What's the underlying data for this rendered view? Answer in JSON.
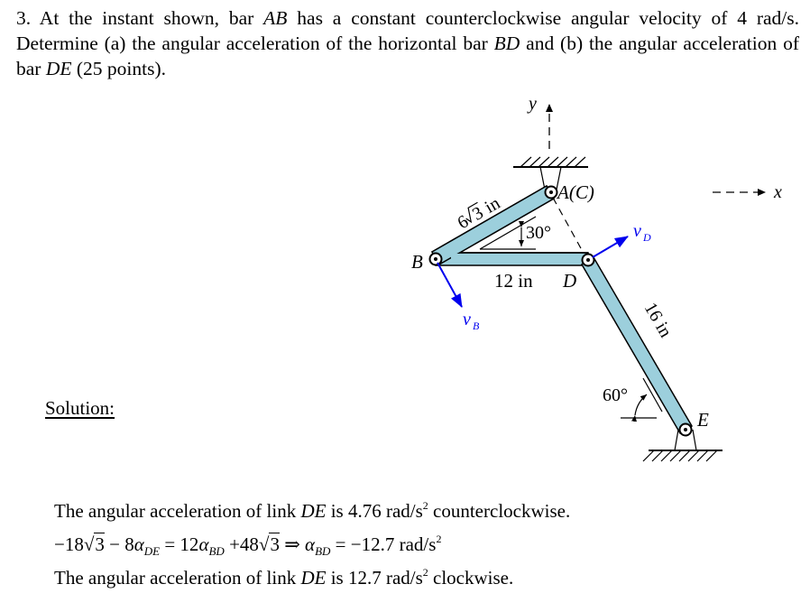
{
  "problem": {
    "number": "3.",
    "text_part1": " At the instant shown, bar ",
    "bar_ab": "AB",
    "text_part2": " has a constant counterclockwise angular velocity of 4 rad/s. Determine (a) the angular acceleration of the horizontal bar ",
    "bar_bd": "BD",
    "text_part3": " and (b) the angular acceleration of bar ",
    "bar_de": "DE",
    "text_part4": " (25 points)."
  },
  "solution": {
    "label": "Solution:"
  },
  "diagram": {
    "axis_y_label": "y",
    "axis_x_label": "x",
    "point_a_label": "A(C)",
    "point_b_label": "B",
    "point_d_label": "D",
    "point_e_label": "E",
    "ab_length_label": "6√3 in",
    "ab_length_coef": "6",
    "ab_length_rad": "3",
    "ab_length_unit": "in",
    "bd_length_label": "12 in",
    "de_length_label": "16 in",
    "angle_ab_label": "30°",
    "angle_de_label": "60°",
    "vb_label": "v",
    "vb_sub": "B",
    "vd_label": "v",
    "vd_sub": "D",
    "colors": {
      "bar_fill": "#9ccfdc",
      "velocity_vector": "#0000ee",
      "line": "#000000"
    }
  },
  "answers": {
    "line1": {
      "prefix": "The angular acceleration of link ",
      "link": "DE",
      "mid": " is 4.76 rad/s",
      "sup": "2",
      "suffix": " counterclockwise."
    },
    "line2": {
      "part1": "−18",
      "rad1": "3",
      "part2": " − 8",
      "alpha1": "α",
      "sub1": "DE",
      "part3": " = 12",
      "alpha2": "α",
      "sub2": "BD",
      "part4": " +48",
      "rad2": "3",
      "part5": " ⇒ ",
      "alpha3": "α",
      "sub3": "BD",
      "part6": " = −12.7 rad/s",
      "sup": "2"
    },
    "line3": {
      "prefix": "The angular acceleration of link ",
      "link": "DE",
      "mid": " is 12.7 rad/s",
      "sup": "2",
      "suffix": " clockwise."
    }
  }
}
